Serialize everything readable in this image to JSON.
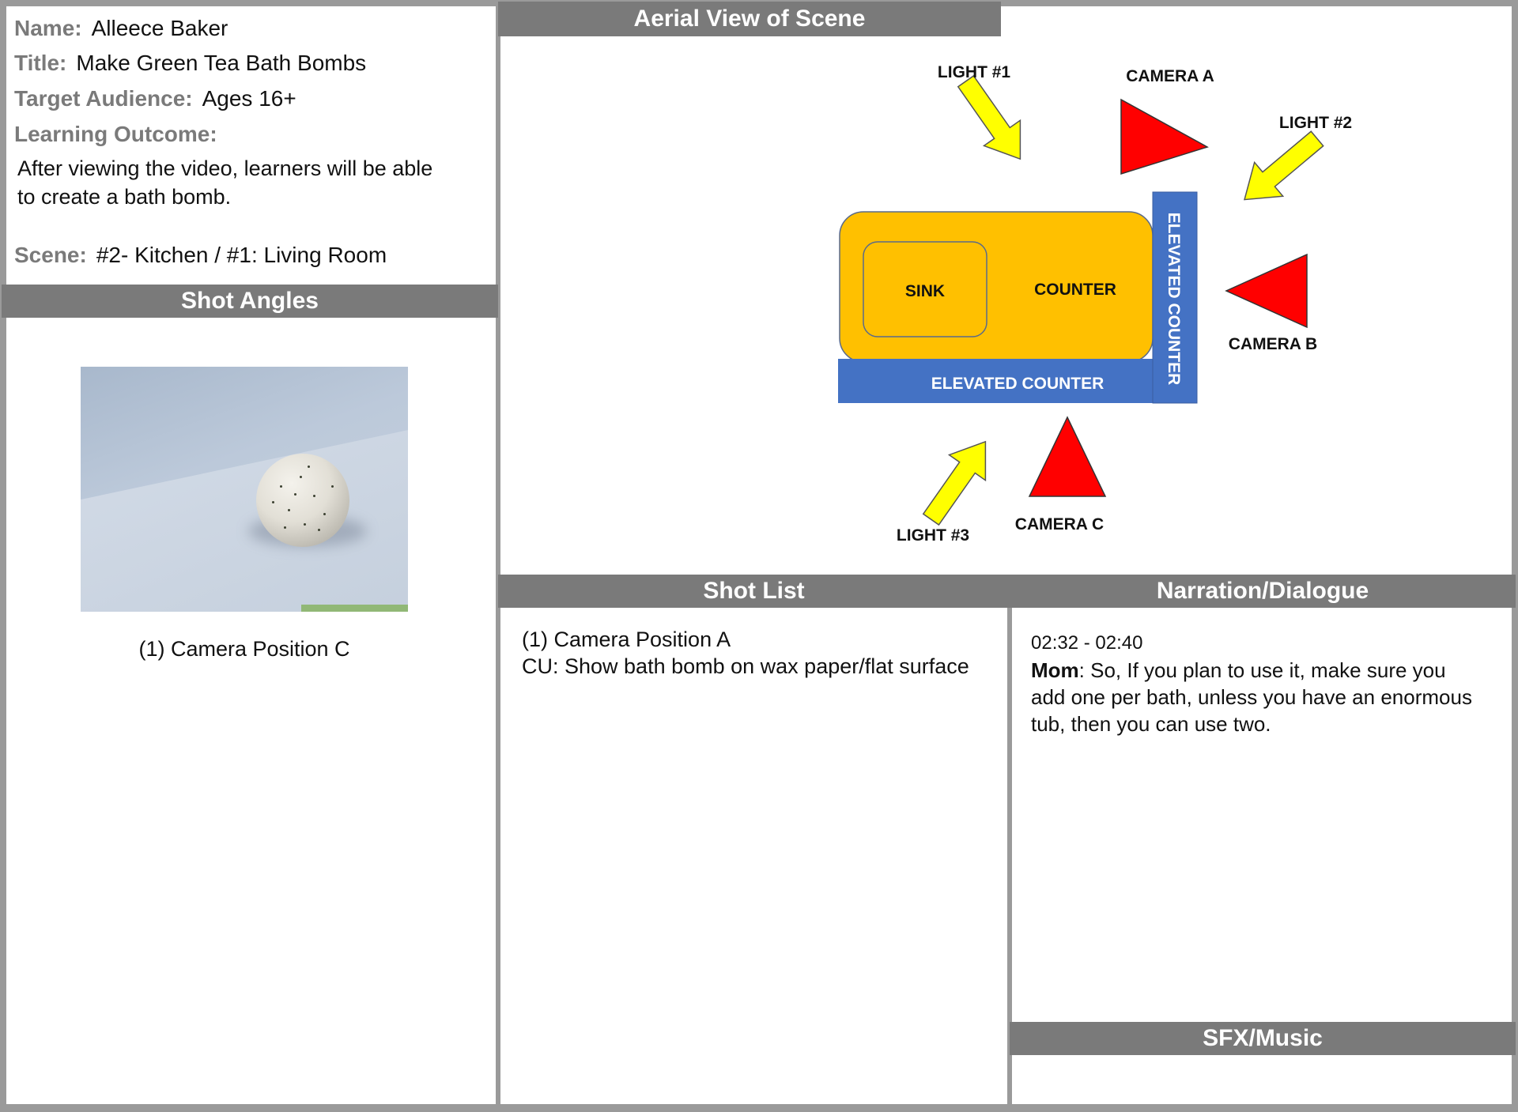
{
  "info": {
    "name_label": "Name:",
    "name_value": "Alleece Baker",
    "title_label": "Title:",
    "title_value": "Make Green Tea Bath Bombs",
    "audience_label": "Target Audience:",
    "audience_value": "Ages 16+",
    "outcome_label": "Learning Outcome:",
    "outcome_line1": "After viewing the video, learners will be able",
    "outcome_line2": "to create a bath bomb.",
    "scene_label": "Scene:",
    "scene_value": "#2- Kitchen / #1: Living Room"
  },
  "headers": {
    "aerial": "Aerial View of Scene",
    "shot_angles": "Shot Angles",
    "shot_list": "Shot List",
    "narration": "Narration/Dialogue",
    "sfx": "SFX/Music"
  },
  "shot_angles": {
    "caption": "(1) Camera Position C"
  },
  "shot_list": {
    "line1": "(1) Camera Position A",
    "line2": "CU: Show bath bomb on wax paper/flat surface"
  },
  "narration": {
    "timecode": "02:32 - 02:40",
    "speaker": "Mom",
    "line1": ": So, If you plan to use it, make sure you",
    "line2": "add one per bath, unless you have an enormous",
    "line3": "tub, then you can use two."
  },
  "diagram": {
    "light1": "LIGHT #1",
    "light2": "LIGHT #2",
    "light3": "LIGHT #3",
    "camera_a": "CAMERA A",
    "camera_b": "CAMERA B",
    "camera_c": "CAMERA C",
    "sink": "SINK",
    "counter": "COUNTER",
    "elevated_counter_h": "ELEVATED COUNTER",
    "elevated_counter_v": "ELEVATED COUNTER",
    "colors": {
      "counter_fill": "#ffc000",
      "elevated_fill": "#4472c4",
      "camera_fill": "#ff0000",
      "light_fill": "#ffff00"
    }
  }
}
